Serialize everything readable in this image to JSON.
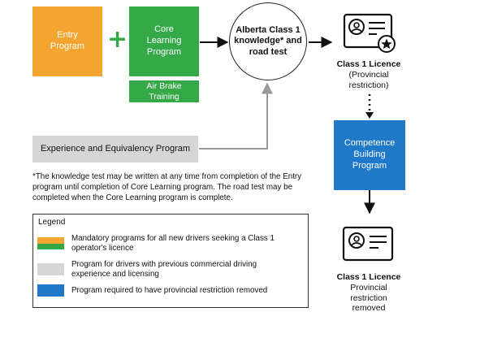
{
  "diagram": {
    "entry_program": "Entry\nProgram",
    "plus_sign": "+",
    "core_learning": "Core\nLearning\nProgram",
    "air_brake": "Air Brake\nTraining",
    "knowledge_test": "Alberta Class 1\nknowledge* and\nroad test",
    "experience_program": "Experience and Equivalency Program",
    "class1_licence_title": "Class 1 Licence",
    "class1_licence_sub": "(Provincial\nrestriction)",
    "competence_program": "Competence\nBuilding\nProgram",
    "class1_licence_final_title": "Class 1 Licence",
    "class1_licence_final_sub": "Provincial\nrestriction\nremoved"
  },
  "footnote": "*The knowledge test may be written at any time from completion of the Entry program until completion of Core Learning program. The road test may be completed when the Core Learning program is complete.",
  "legend": {
    "title": "Legend",
    "items": [
      {
        "text": "Mandatory programs for all new drivers seeking a Class 1 operator's licence"
      },
      {
        "text": "Program for drivers with previous commercial driving experience and licensing",
        "color": "#d6d6d6"
      },
      {
        "text": "Program required to have provincial restriction removed",
        "color": "#1f78c8"
      }
    ],
    "mandatory_colors": [
      "#f4a530",
      "#35a848"
    ]
  },
  "icons": {
    "licence_card_star": "id-card-star-icon",
    "licence_card": "id-card-icon"
  },
  "colors": {
    "orange": "#f4a530",
    "green": "#35a848",
    "grey": "#d6d6d6",
    "blue": "#1f78c8",
    "arrow_grey": "#9a9a9a"
  }
}
